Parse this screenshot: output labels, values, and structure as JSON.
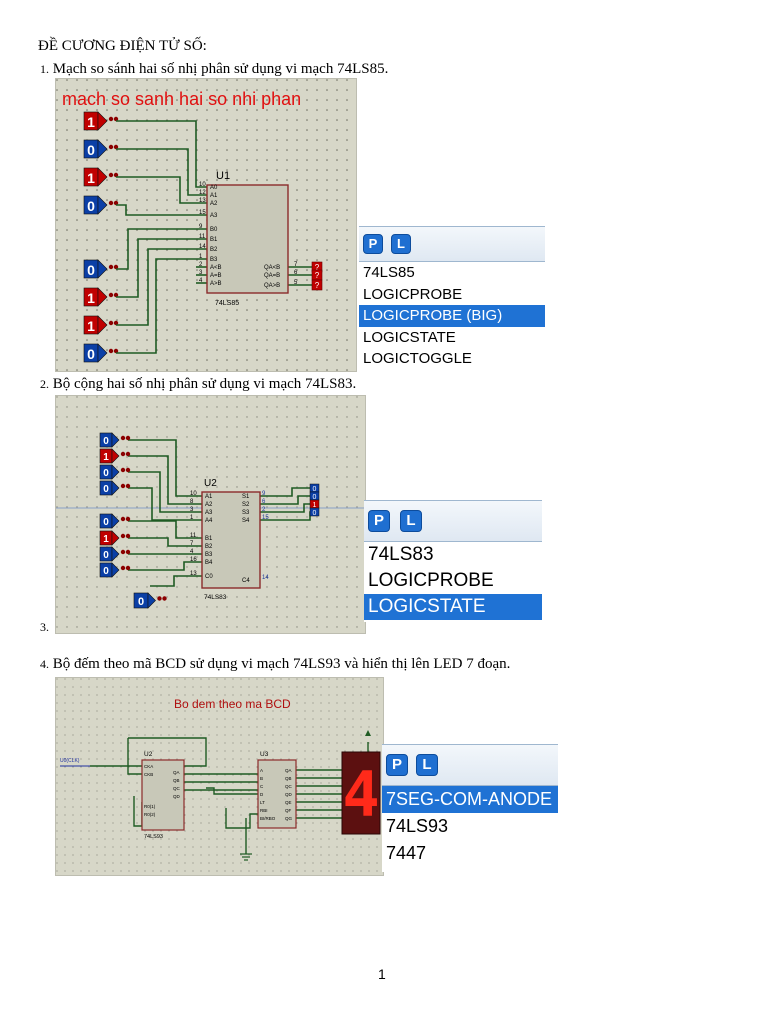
{
  "doc": {
    "title": "ĐỀ CƯƠNG ĐIỆN TỬ SỐ:",
    "page_number": "1",
    "items": [
      {
        "num": "1.",
        "text": "Mạch so sánh hai số nhị phân sử dụng vi mạch 74LS85."
      },
      {
        "num": "2.",
        "text": "Bộ cộng hai số nhị phân sử dụng vi mạch 74LS83."
      },
      {
        "num": "3.",
        "text": ""
      },
      {
        "num": "4.",
        "text": "Bộ đếm theo mã BCD sử dụng vi mạch 74LS93 và hiển thị lên LED 7 đoạn."
      }
    ]
  },
  "fig1": {
    "caption": "mach so sanh hai so nhi phan",
    "chip_ref": "U1",
    "chip_name": "74LS85",
    "inputs": [
      "1",
      "0",
      "1",
      "0",
      "0",
      "1",
      "1",
      "0"
    ],
    "pin_numbers": [
      "10",
      "12",
      "13",
      "15",
      "9",
      "11",
      "14",
      "1",
      "2",
      "3",
      "4"
    ],
    "pin_labels": [
      "A0",
      "A1",
      "A2",
      "A3",
      "B0",
      "B1",
      "B2",
      "B3",
      "A<B",
      "A=B",
      "A>B"
    ],
    "out_labels": [
      "QA<B",
      "QA=B",
      "QA>B"
    ],
    "out_pins": [
      "7",
      "6",
      "5"
    ],
    "out_values": [
      "?",
      "?",
      "?"
    ],
    "colors": {
      "high": "#c00000",
      "low": "#0b3fa6",
      "wire": "#1f5b23",
      "bg": "#d7d7c8"
    }
  },
  "panel1": {
    "btn_p": "P",
    "btn_l": "L",
    "items": [
      "74LS85",
      "LOGICPROBE",
      "LOGICPROBE (BIG)",
      "LOGICSTATE",
      "LOGICTOGGLE"
    ],
    "selected_index": 2
  },
  "fig2": {
    "chip_ref": "U2",
    "chip_name": "74LS83",
    "a_inputs": [
      "0",
      "1",
      "0",
      "0"
    ],
    "b_inputs": [
      "0",
      "1",
      "0",
      "0"
    ],
    "carry_in": "0",
    "pin_numbers": [
      "10",
      "8",
      "3",
      "1",
      "11",
      "7",
      "4",
      "16",
      "13"
    ],
    "pin_labels": [
      "A1",
      "A2",
      "A3",
      "A4",
      "B1",
      "B2",
      "B3",
      "B4",
      "C0"
    ],
    "out_labels": [
      "S1",
      "S2",
      "S3",
      "S4",
      "C4"
    ],
    "out_pins": [
      "9",
      "6",
      "2",
      "15",
      "14"
    ],
    "out_values": [
      "0",
      "0",
      "1",
      "0"
    ]
  },
  "panel2": {
    "btn_p": "P",
    "btn_l": "L",
    "items": [
      "74LS83",
      "LOGICPROBE",
      "LOGICSTATE"
    ],
    "selected_index": 2
  },
  "fig4": {
    "caption": "Bo dem theo ma BCD",
    "u2_ref": "U2",
    "u2_name": "74LS93",
    "u3_ref": "U3",
    "clock_label": "U0(CLK)",
    "u2_pins": [
      "CKA",
      "CKB",
      "R0(1)",
      "R0(2)"
    ],
    "u2_outputs": [
      "QA",
      "QB",
      "QC",
      "QD"
    ],
    "u3_inputs": [
      "A",
      "B",
      "C",
      "D",
      "LT",
      "RBI",
      "BI/RBO"
    ],
    "u3_outputs": [
      "QA",
      "QB",
      "QC",
      "QD",
      "QE",
      "QF",
      "QG"
    ],
    "display_digit": "4"
  },
  "panel3": {
    "btn_p": "P",
    "btn_l": "L",
    "items": [
      "7SEG-COM-ANODE",
      "74LS93",
      "7447"
    ],
    "selected_index": 0
  }
}
